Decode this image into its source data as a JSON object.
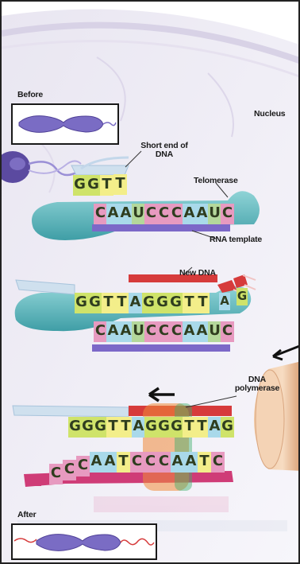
{
  "labels": {
    "before": "Before",
    "nucleus": "Nucleus",
    "short_end": "Short end of DNA",
    "telomerase": "Telomerase",
    "rna_template": "RNA template",
    "new_dna": "New DNA",
    "dna_polymerase": "DNA polymerase",
    "after": "After"
  },
  "rows": {
    "step1_dna": [
      "G",
      "G",
      "T",
      "T"
    ],
    "step1_rna": [
      "C",
      "A",
      "A",
      "U",
      "C",
      "C",
      "C",
      "A",
      "A",
      "U",
      "C"
    ],
    "step2_dna": [
      "G",
      "G",
      "T",
      "T",
      "A",
      "G",
      "G",
      "G",
      "T",
      "T"
    ],
    "step2_rna": [
      "C",
      "A",
      "A",
      "U",
      "C",
      "C",
      "C",
      "A",
      "A",
      "U",
      "C"
    ],
    "step2_free": [
      "A",
      "G"
    ],
    "step3_top": [
      "G",
      "G",
      "G",
      "T",
      "T",
      "A",
      "G",
      "G",
      "G",
      "T",
      "T",
      "A",
      "G"
    ],
    "step3_bottom": [
      "C",
      "C",
      "C",
      "A",
      "A",
      "T",
      "C",
      "C",
      "C",
      "A",
      "A",
      "T",
      "C"
    ]
  },
  "colors": {
    "G": "#cfe36a",
    "T": "#f3ee8a",
    "A": "#a9d9ea",
    "C": "#e79ac0",
    "U": "#b4d89b",
    "rna_backbone": "#7c68c8",
    "telomerase": "#5fb9c0",
    "new_dna_bar": "#d63b3b",
    "dna_backbone": "#cfe0ee",
    "lagging_bottom": "#cf3c77",
    "chromosome": "#7a6cc4"
  }
}
